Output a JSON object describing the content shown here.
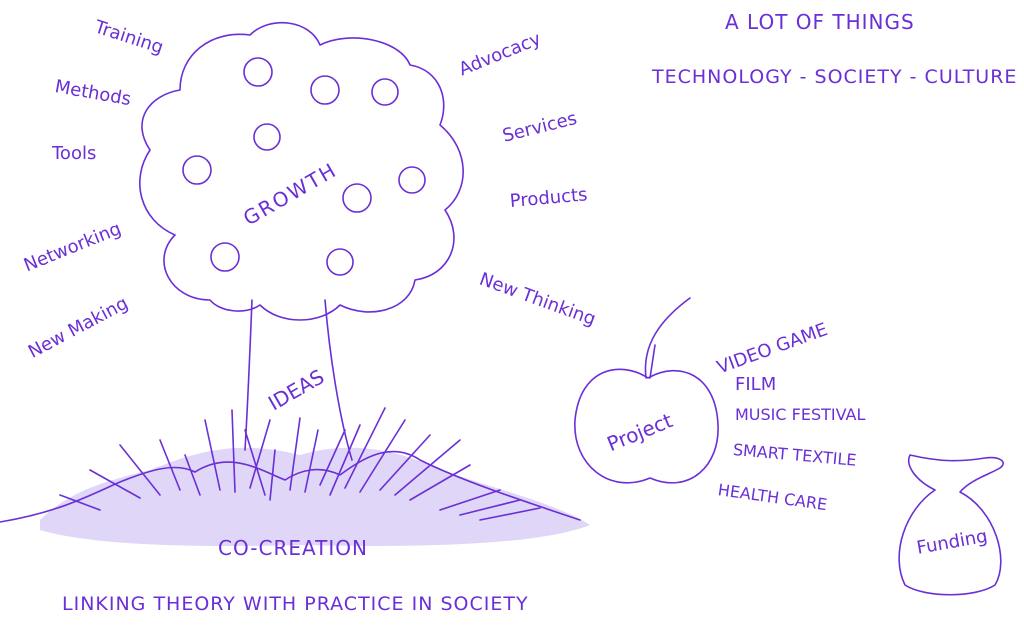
{
  "header": {
    "line1": "A LOT OF THINGS",
    "line2": "TECHNOLOGY - SOCIETY - CULTURE"
  },
  "left_labels": [
    "Training",
    "Methods",
    "Tools",
    "Networking",
    "New Making"
  ],
  "right_labels": [
    "Advocacy",
    "Services",
    "Products",
    "New Thinking"
  ],
  "tree": {
    "crown_label": "GROWTH",
    "trunk_label": "IDEAS",
    "ground_label": "CO-CREATION"
  },
  "footer": "LINKING THEORY WITH PRACTICE IN SOCIETY",
  "apple": {
    "label": "Project",
    "list": [
      "VIDEO GAME",
      "FILM",
      "MUSIC FESTIVAL",
      "SMART TEXTILE",
      "HEALTH CARE"
    ]
  },
  "bag": {
    "label": "Funding"
  },
  "colors": {
    "ink": "#6a2fd6",
    "ground_fill": "#c9b8f2"
  }
}
